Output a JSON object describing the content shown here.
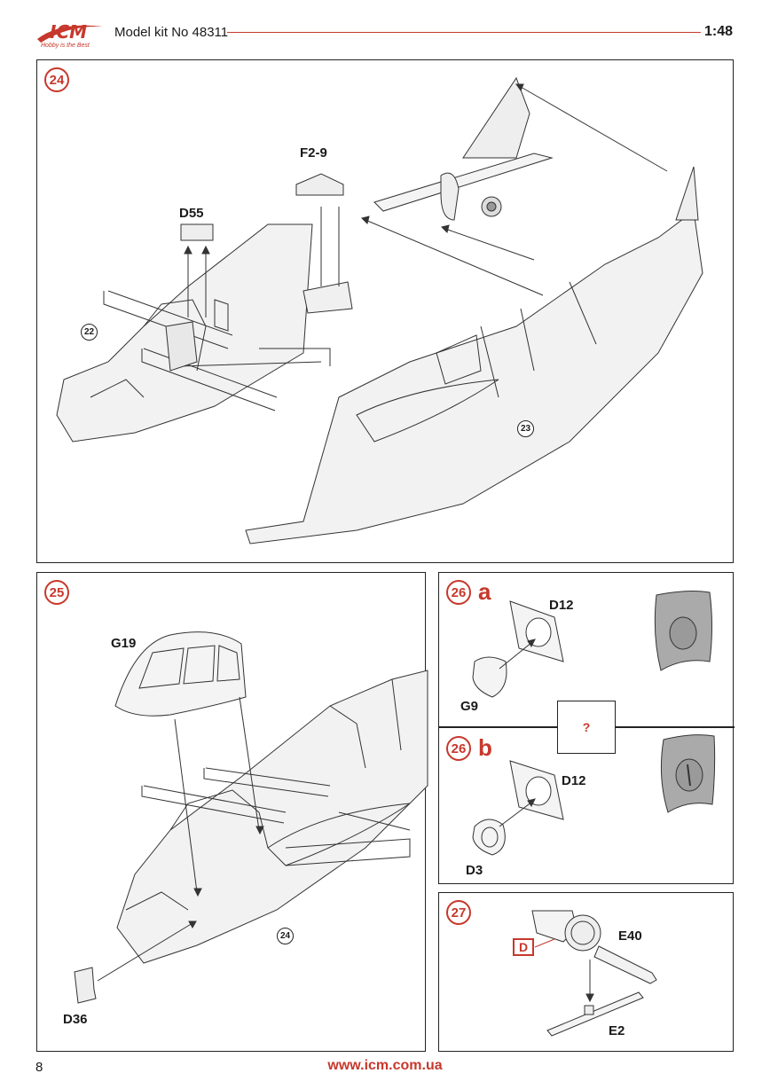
{
  "header": {
    "logo_text": "ICM",
    "logo_tagline": "Hobby is the Best",
    "title": "Model kit No 48311",
    "scale": "1:48",
    "accent_color": "#c7382c"
  },
  "steps": {
    "s24": {
      "number": "24",
      "parts": {
        "f29": "F2-9",
        "d55": "D55"
      },
      "refs": {
        "r22": "22",
        "r23": "23"
      }
    },
    "s25": {
      "number": "25",
      "parts": {
        "g19": "G19",
        "d36": "D36"
      },
      "refs": {
        "r24": "24"
      }
    },
    "s26a": {
      "number": "26",
      "letter": "a",
      "parts": {
        "d12": "D12",
        "g9": "G9"
      }
    },
    "s26b": {
      "number": "26",
      "letter": "b",
      "parts": {
        "d12": "D12",
        "d3": "D3"
      }
    },
    "choice_box": "?",
    "s27": {
      "number": "27",
      "parts": {
        "e40": "E40",
        "e2": "E2"
      },
      "paint_code": "D"
    }
  },
  "footer": {
    "page_number": "8",
    "url": "www.icm.com.ua"
  }
}
